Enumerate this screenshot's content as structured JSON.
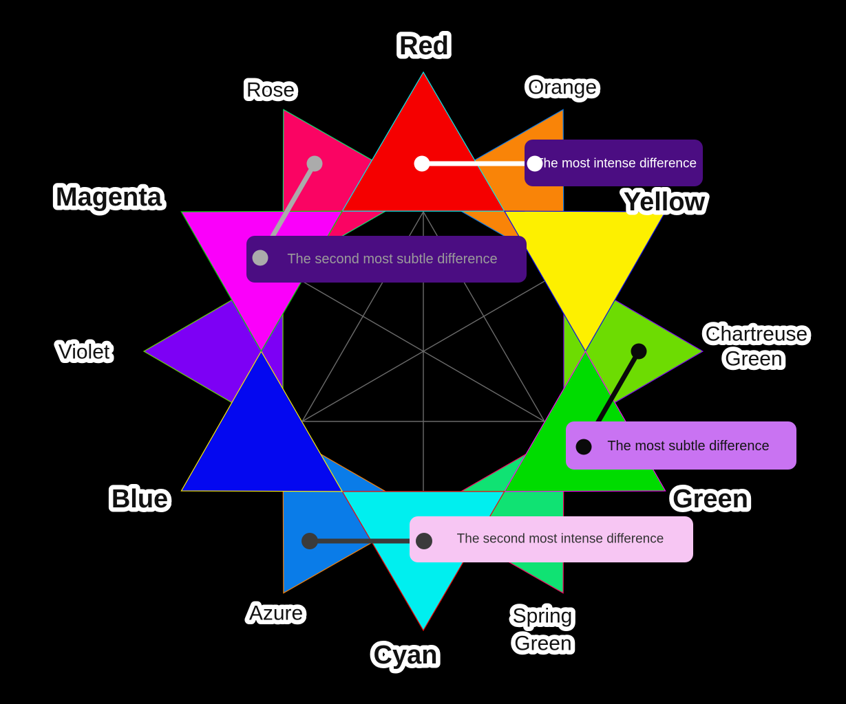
{
  "title": "Color star with complementary contrast annotations",
  "background": "#000000",
  "star_line_color": "#6b6b6b",
  "triangles": {
    "orange": {
      "name": "Orange",
      "hex": "#f98408",
      "stroke": "#0a7ce8"
    },
    "chartreuse": {
      "name": "Chartreuse Green",
      "hex": "#6ddc02",
      "stroke": "#7d00f5"
    },
    "spring": {
      "name": "Spring Green",
      "hex": "#10e273",
      "stroke": "#fa0463"
    },
    "azure": {
      "name": "Azure",
      "hex": "#0a7ce8",
      "stroke": "#f98408"
    },
    "violet": {
      "name": "Violet",
      "hex": "#7d00f5",
      "stroke": "#6ddc02"
    },
    "rose": {
      "name": "Rose",
      "hex": "#fa0463",
      "stroke": "#10e273"
    },
    "red": {
      "name": "Red",
      "hex": "#f50000",
      "stroke": "#00efef"
    },
    "yellow": {
      "name": "Yellow",
      "hex": "#fdf000",
      "stroke": "#0408f0"
    },
    "green": {
      "name": "Green",
      "hex": "#00dc00",
      "stroke": "#fa00fa"
    },
    "cyan": {
      "name": "Cyan",
      "hex": "#00efef",
      "stroke": "#f50000"
    },
    "blue": {
      "name": "Blue",
      "hex": "#0408f0",
      "stroke": "#fdf000"
    },
    "magenta": {
      "name": "Magenta",
      "hex": "#fa00fa",
      "stroke": "#00dc00"
    }
  },
  "labels": {
    "red": {
      "text": "Red"
    },
    "rose": {
      "text": "Rose"
    },
    "orange": {
      "text": "Orange"
    },
    "magenta": {
      "text": "Magenta"
    },
    "yellow": {
      "text": "Yellow"
    },
    "violet": {
      "text": "Violet"
    },
    "chartreuse": {
      "line1": "Chartreuse",
      "line2": "Green"
    },
    "blue": {
      "text": "Blue"
    },
    "green": {
      "text": "Green"
    },
    "azure": {
      "text": "Azure"
    },
    "spring": {
      "line1": "Spring",
      "line2": "Green"
    },
    "cyan": {
      "text": "Cyan"
    }
  },
  "callouts": {
    "most_intense": {
      "text": "The most intense difference",
      "box_fill": "#4b0d82",
      "text_color": "#ffffff",
      "connector_color": "#ffffff"
    },
    "second_most_subtle": {
      "text": "The second most subtle difference",
      "box_fill": "#4b0d82",
      "text_color": "#9b9b9b",
      "connector_color": "#ababab"
    },
    "most_subtle": {
      "text": "The most subtle difference",
      "box_fill": "#c973f2",
      "text_color": "#141414",
      "connector_color": "#0a0a0a"
    },
    "second_most_intense": {
      "text": "The second most intense difference",
      "box_fill": "#f7c6f3",
      "text_color": "#333333",
      "connector_color": "#3b3b3b"
    }
  }
}
